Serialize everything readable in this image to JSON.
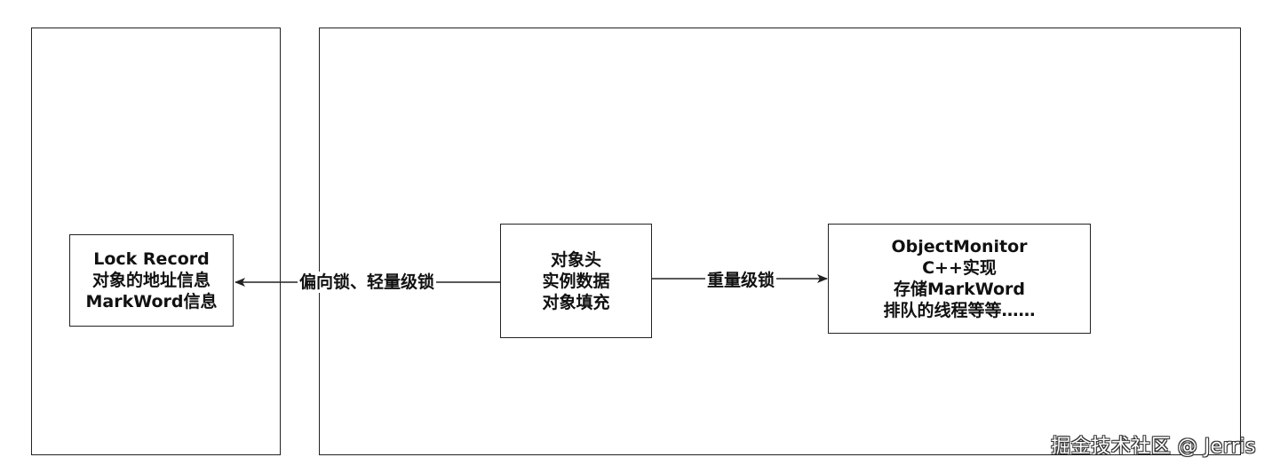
{
  "nodes": {
    "lock_record": {
      "lines": [
        "Lock Record",
        "对象的地址信息",
        "MarkWord信息"
      ]
    },
    "object_header": {
      "lines": [
        "对象头",
        "实例数据",
        "对象填充"
      ]
    },
    "object_monitor": {
      "lines": [
        "ObjectMonitor",
        "C++实现",
        "存储MarkWord",
        "排队的线程等等……"
      ]
    }
  },
  "edges": {
    "to_lock_record": {
      "label": "偏向锁、轻量级锁"
    },
    "to_object_monitor": {
      "label": "重量级锁"
    }
  },
  "watermark": "掘金技术社区 @ Jerris"
}
